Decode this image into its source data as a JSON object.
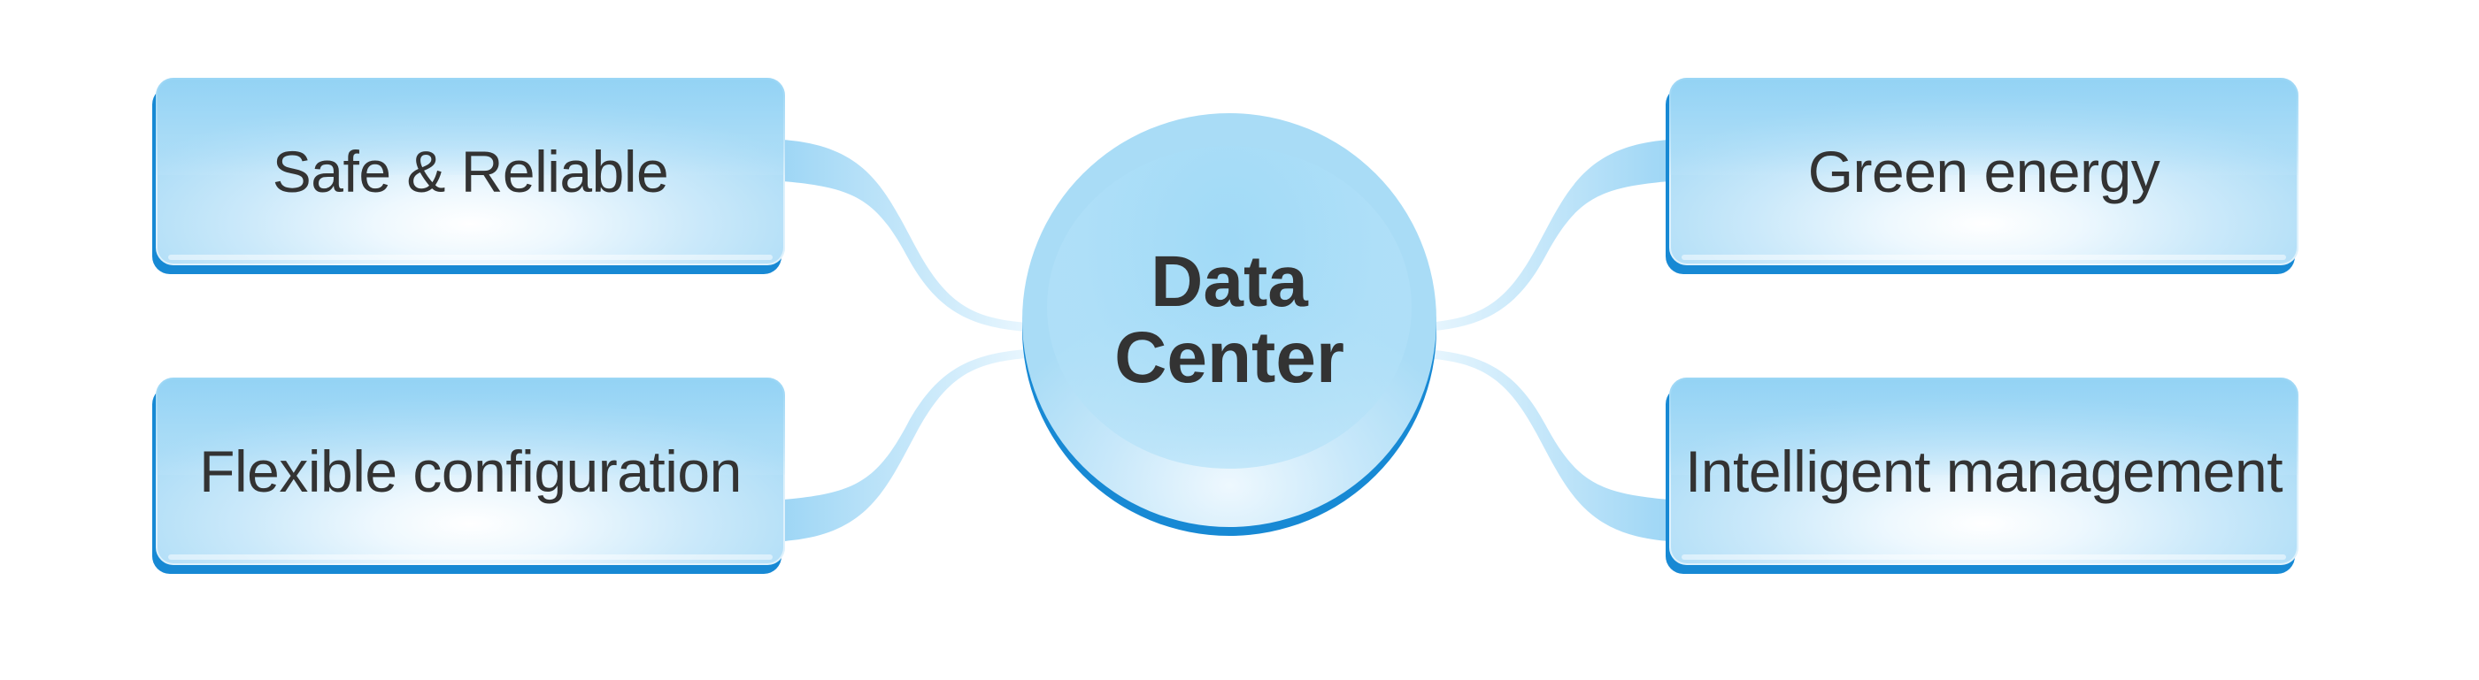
{
  "center": {
    "line1": "Data",
    "line2": "Center"
  },
  "nodes": [
    {
      "label": "Safe & Reliable"
    },
    {
      "label": "Flexible configuration"
    },
    {
      "label": "Green energy"
    },
    {
      "label": "Intelligent management"
    }
  ],
  "colors": {
    "box_light": "#cbe9fa",
    "box_top": "#8fd1f4",
    "shadow_blue": "#1789d4",
    "text": "#333333",
    "connector": "#b9e1f8"
  }
}
